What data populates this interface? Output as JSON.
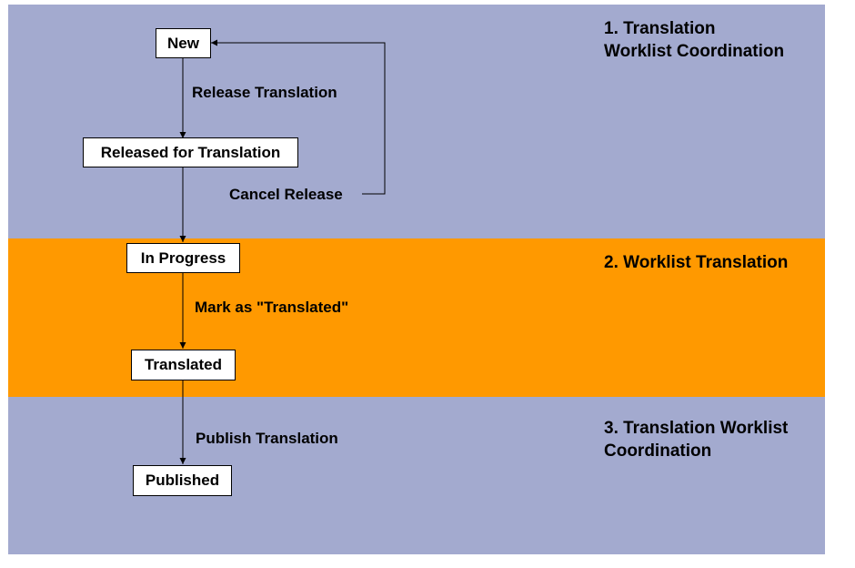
{
  "colors": {
    "coordination_band": "#a3aacf",
    "translation_band": "#ff9900",
    "line": "#000000"
  },
  "phases": [
    {
      "lines": [
        "1. Translation",
        "Worklist Coordination"
      ]
    },
    {
      "lines": [
        "2. Worklist Translation"
      ]
    },
    {
      "lines": [
        "3. Translation Worklist",
        "Coordination"
      ]
    }
  ],
  "states": {
    "new": "New",
    "released": "Released for Translation",
    "in_progress": "In Progress",
    "translated": "Translated",
    "published": "Published"
  },
  "transitions": {
    "release": "Release Translation",
    "cancel": "Cancel Release",
    "mark": "Mark as \"Translated\"",
    "publish": "Publish Translation"
  }
}
